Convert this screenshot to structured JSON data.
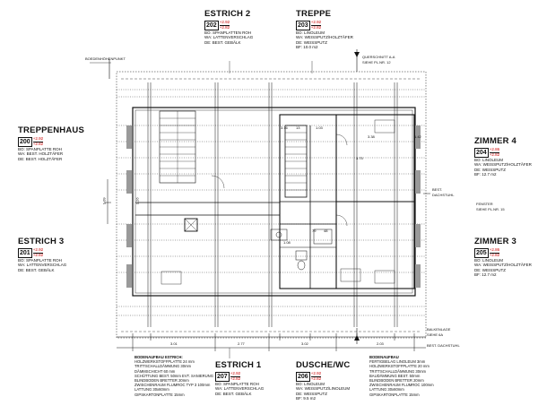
{
  "rooms": {
    "estrich2": {
      "name": "ESTRICH 2",
      "number": "202",
      "h1": "+2.92",
      "h2": "+2.82",
      "lines": [
        "BO: SPANPLATTEN ROH",
        "WA: LATTENVERSCHLAG",
        "DE: BEST. GEBÄLK"
      ]
    },
    "treppe": {
      "name": "TREPPE",
      "number": "203",
      "h1": "+2.92",
      "h2": "+2.82",
      "lines": [
        "BO: LINOLEUM",
        "WA: WEISSPUTZ/HOLZTÄFER",
        "DE: WEISSPUTZ",
        "BF: 10.0 m2"
      ]
    },
    "treppenhaus": {
      "name": "TREPPENHAUS",
      "number": "200",
      "h1": "+2.92",
      "h2": "+2.82",
      "lines": [
        "BO: SPANPLATTE ROH",
        "WA: BEST. HOLZTÄFER",
        "DE: BEST. HOLZTÄFER"
      ]
    },
    "zimmer4": {
      "name": "ZIMMER 4",
      "number": "204",
      "h1": "+2.86",
      "h2": "+2.82",
      "lines": [
        "BO: LINOLEUM",
        "WA: WEISSPUTZ/HOLZTÄFER",
        "DE: WEISSPUTZ",
        "BF: 12.7 m2"
      ]
    },
    "estrich3": {
      "name": "ESTRICH 3",
      "number": "201",
      "h1": "+2.92",
      "h2": "+2.82",
      "lines": [
        "BO: SPANPLATTE ROH",
        "WA: LATTENVERSCHLAG",
        "DE: BEST. GEBÄLK"
      ]
    },
    "zimmer3": {
      "name": "ZIMMER 3",
      "number": "205",
      "h1": "+2.86",
      "h2": "+2.82",
      "lines": [
        "BO: LINOLEUM",
        "WA: WEISSPUTZ/HOLZTÄFER",
        "DE: WEISSPUTZ",
        "BF: 12.7 m2"
      ]
    },
    "estrich1": {
      "name": "ESTRICH 1",
      "number": "207",
      "h1": "+2.92",
      "h2": "+2.82",
      "lines": [
        "BO: SPANPLATTE ROH",
        "WA: LATTENVERSCHLAG",
        "DE: BEST. GEBÄLK"
      ]
    },
    "dusche": {
      "name": "DUSCHE/WC",
      "number": "206",
      "h1": "+2.92",
      "h2": "+2.82",
      "lines": [
        "BO: LINOLEUM",
        "WA: WEISSPUTZ/LINOLEUM",
        "DE: WEISSPUTZ",
        "BF: 9.5 m2"
      ]
    }
  },
  "notes": {
    "bodenaufbau_estrich": {
      "heading": "BODENAUFBAU ESTRICH:",
      "lines": [
        "HOLZWERKSTOFFPLATTE 24 mm",
        "TRITTSCHALLDÄMMUNG 30mm",
        "DÄMMSCHICHT 60 mm",
        "SCHÜTTUNG BEST. 50mm EVT. SANIERUNG",
        "BLINDBODEN BRETTER 20mm",
        "ZWISCHENRAUM FLUMROC TYP 3 100mm",
        "LATTUNG 30x60mm",
        "GIPSKARTONPLATTE 15mm"
      ]
    },
    "bodenaufbau": {
      "heading": "BODENAUFBAU",
      "lines": [
        "FERTIGBELAG LINOLEUM 3mm",
        "HOLZWERKSTOFFPLATTE 20 mm",
        "TRITTSCHALLDÄMMUNG 30mm",
        "BAUDÄMMUNG BEST. 50mm",
        "BLINDBODEN BRETTER 20mm",
        "ZWISCHENRAUM FLUMROC 100mm",
        "LATTUNG 30x60mm",
        "GIPSKARTONPLATTE 15mm"
      ]
    }
  },
  "labels": {
    "schnitt": "QUERSCHNITT A-A",
    "schnitt_ref": "SIEHE PL.NR. 12",
    "bezugspunkt": "BOEDENHÖHENPUNKT",
    "fenster": "FENSTER",
    "fenster_ref": "SIEHE PL.NR. 15",
    "best_dach": "BEST. DACHSTUHL",
    "balkenlage": "BALKENLAGE",
    "balkenlage_ref": "SIEHE 6A",
    "best": "BEST.",
    "dachstuhl": "DACHSTUHL"
  },
  "dims": {
    "left_v1": "1.09",
    "left_v2": "1.26",
    "d_a": "3.16",
    "d_b": "13",
    "d_c": "1.03",
    "d_d": "3.38",
    "d_e": "1.42",
    "d_f": "3.75",
    "d_g": "79",
    "d_h": "48",
    "d_i": "1.08",
    "bot1": "3.01",
    "bot2": "2.77",
    "bot3": "3.02",
    "bot4": "2.03"
  }
}
